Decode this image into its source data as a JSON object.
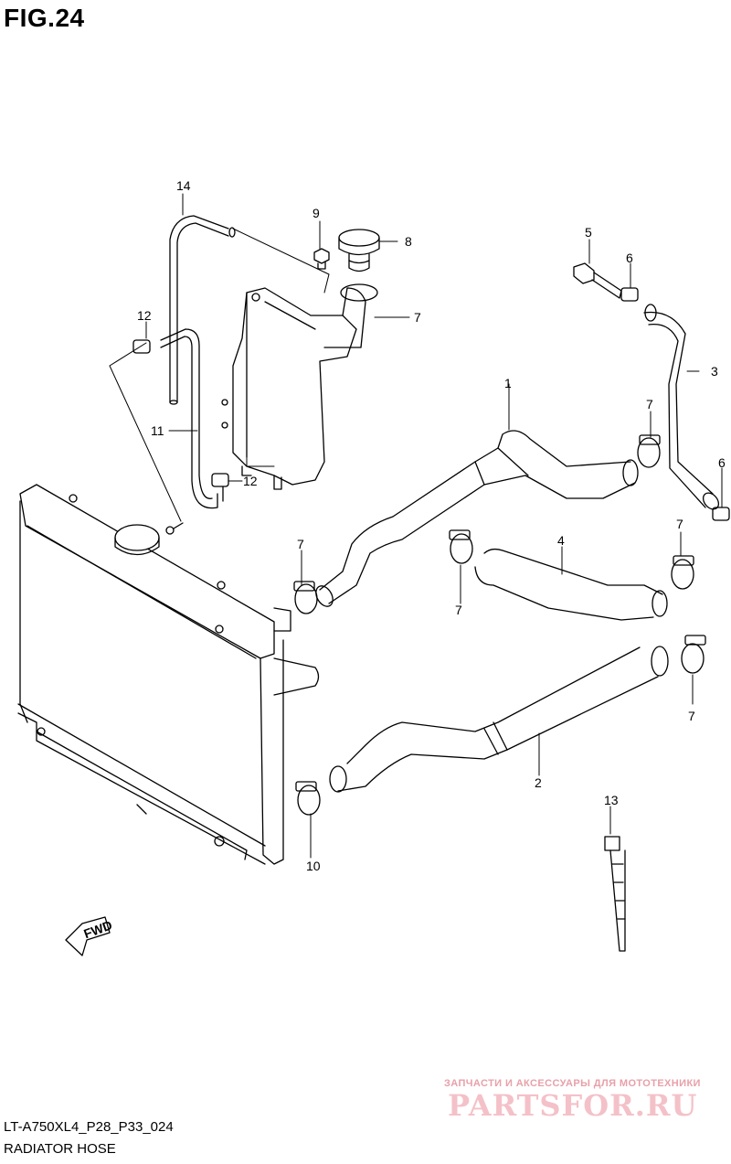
{
  "figure": {
    "title": "FIG.24",
    "code": "LT-A750XL4_P28_P33_024",
    "subtitle": "RADIATOR HOSE"
  },
  "fwd_label": "FWD",
  "callouts": [
    "1",
    "2",
    "3",
    "4",
    "5",
    "6",
    "6",
    "7",
    "7",
    "7",
    "7",
    "7",
    "7",
    "8",
    "9",
    "10",
    "11",
    "12",
    "12",
    "13",
    "14"
  ],
  "watermark": {
    "top": "ЗАПЧАСТИ И АКСЕССУАРЫ ДЛЯ МОТОТЕХНИКИ",
    "main": "PARTSFOR.RU"
  }
}
